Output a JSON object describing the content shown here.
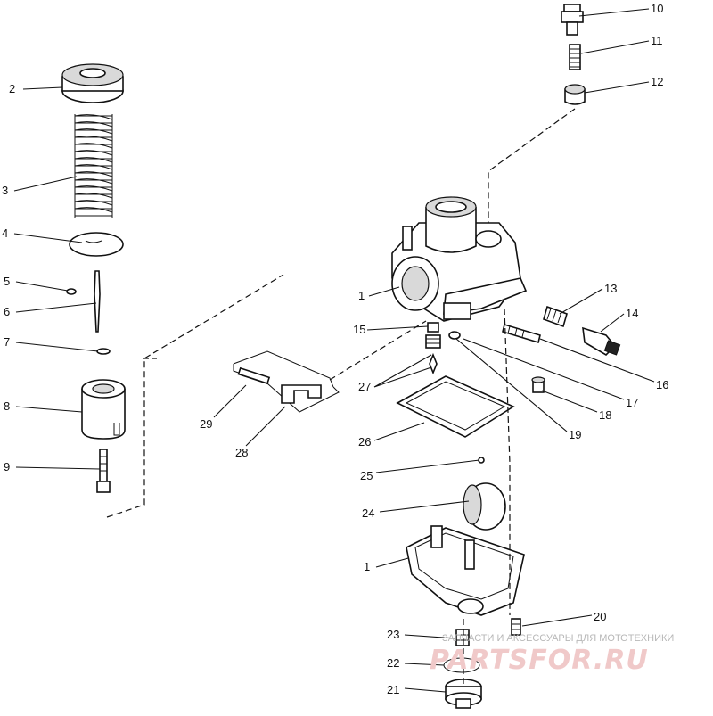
{
  "callouts": [
    {
      "id": "c10",
      "text": "10"
    },
    {
      "id": "c11",
      "text": "11"
    },
    {
      "id": "c12",
      "text": "12"
    },
    {
      "id": "c2",
      "text": "2"
    },
    {
      "id": "c3",
      "text": "3"
    },
    {
      "id": "c4",
      "text": "4"
    },
    {
      "id": "c5",
      "text": "5"
    },
    {
      "id": "c6",
      "text": "6"
    },
    {
      "id": "c7",
      "text": "7"
    },
    {
      "id": "c8",
      "text": "8"
    },
    {
      "id": "c9",
      "text": "9"
    },
    {
      "id": "c1a",
      "text": "1"
    },
    {
      "id": "c13",
      "text": "13"
    },
    {
      "id": "c14",
      "text": "14"
    },
    {
      "id": "c15",
      "text": "15"
    },
    {
      "id": "c16",
      "text": "16"
    },
    {
      "id": "c17",
      "text": "17"
    },
    {
      "id": "c18",
      "text": "18"
    },
    {
      "id": "c19",
      "text": "19"
    },
    {
      "id": "c27",
      "text": "27"
    },
    {
      "id": "c29",
      "text": "29"
    },
    {
      "id": "c28",
      "text": "28"
    },
    {
      "id": "c26",
      "text": "26"
    },
    {
      "id": "c25",
      "text": "25"
    },
    {
      "id": "c24",
      "text": "24"
    },
    {
      "id": "c1b",
      "text": "1"
    },
    {
      "id": "c20",
      "text": "20"
    },
    {
      "id": "c23",
      "text": "23"
    },
    {
      "id": "c22",
      "text": "22"
    },
    {
      "id": "c21",
      "text": "21"
    }
  ],
  "watermark": {
    "tagline": "ЗАПЧАСТИ И АКСЕССУАРЫ ДЛЯ МОТОТЕХНИКИ",
    "brand": "PARTSFOR.RU",
    "color": "#e8a0a0"
  }
}
